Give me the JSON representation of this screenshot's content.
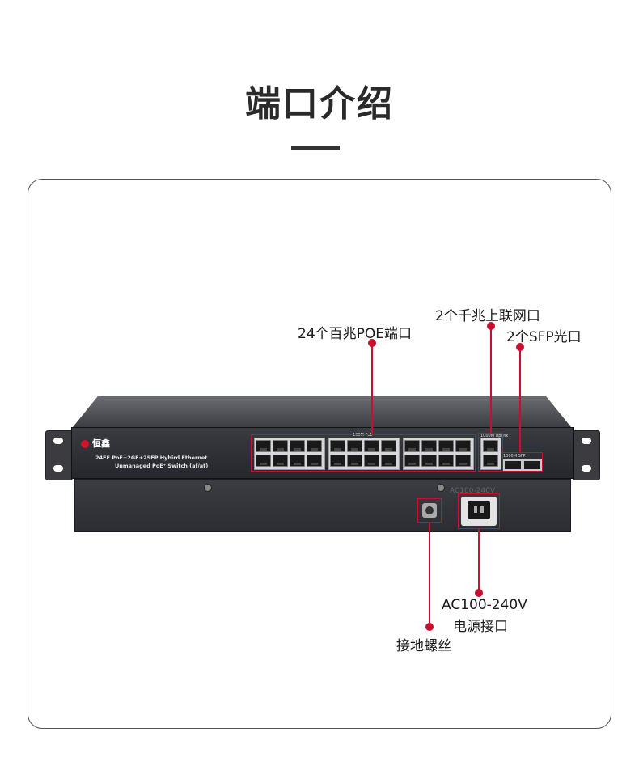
{
  "page": {
    "title": "端口介绍"
  },
  "device": {
    "brand": "恒鑫",
    "model_line1": "24FE PoE+2GE+2SFP Hybird Ethernet",
    "model_line2": "Unmanaged PoE⁺ Switch (af/at)",
    "poe_label": "100M PoE",
    "uplink_label": "1000M Uplink",
    "sfp_label": "1000M SFP",
    "rear_label": "AC100-240V"
  },
  "callouts": {
    "poe_ports": "24个百兆POE端口",
    "uplink_ports": "2个千兆上联网口",
    "sfp_ports": "2个SFP光口",
    "power_line1": "AC100-240V",
    "power_line2": "电源接口",
    "ground_screw": "接地螺丝"
  },
  "colors": {
    "accent": "#c8102e",
    "chassis": "#2e2f35"
  }
}
